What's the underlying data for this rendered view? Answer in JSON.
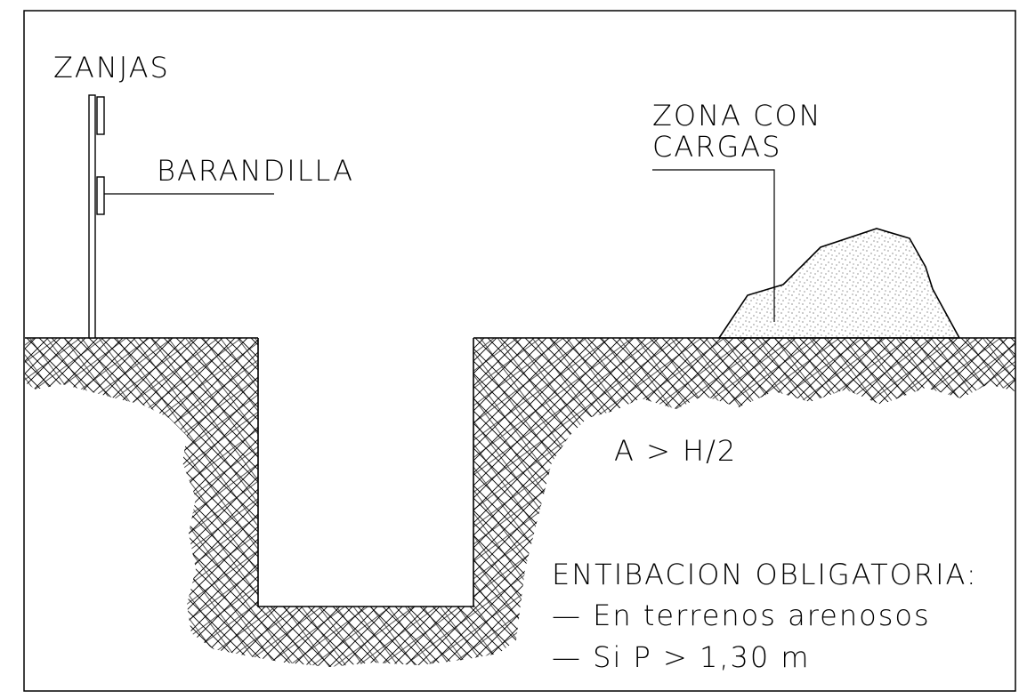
{
  "labels": {
    "title": "ZANJAS",
    "railing": "BARANDILLA",
    "load_zone_line1": "ZONA CON",
    "load_zone_line2": "CARGAS",
    "distance_rule": "A > H/2",
    "shoring_title": "ENTIBACION OBLIGATORIA:",
    "shoring_item1": "— En terrenos arenosos",
    "shoring_item2": "— Si P > 1,30 m"
  },
  "colors": {
    "line": "#000000",
    "background": "#ffffff"
  }
}
